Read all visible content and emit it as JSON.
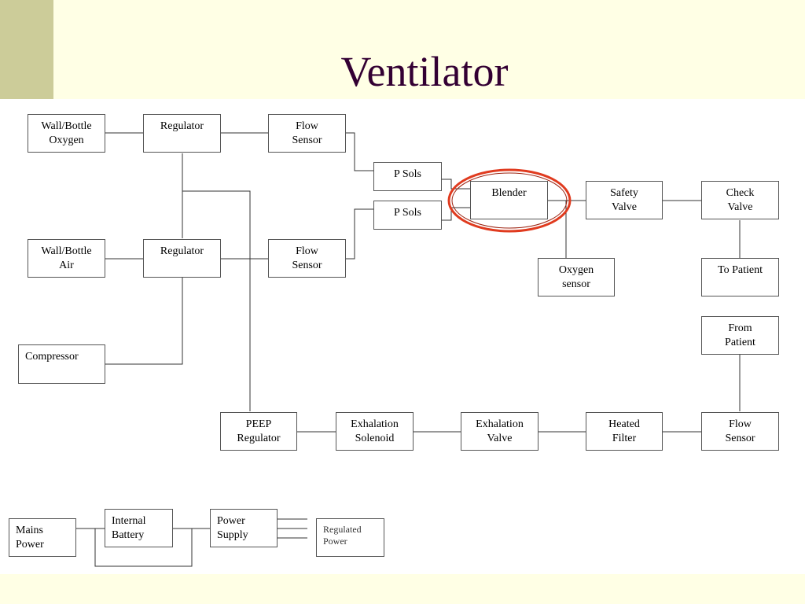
{
  "slide": {
    "title": "Ventilator"
  },
  "boxes": {
    "wall_oxygen": "Wall/Bottle\nOxygen",
    "regulator_1": "Regulator",
    "flow_sensor_1": "Flow\nSensor",
    "p_sols_1": "P Sols",
    "p_sols_2": "P Sols",
    "blender": "Blender",
    "safety_valve": "Safety\nValve",
    "check_valve": "Check\nValve",
    "wall_air": "Wall/Bottle\nAir",
    "regulator_2": "Regulator",
    "flow_sensor_2": "Flow\nSensor",
    "oxygen_sensor": "Oxygen\nsensor",
    "to_patient": "To Patient",
    "from_patient": "From\nPatient",
    "compressor": "Compressor",
    "peep_regulator": "PEEP\nRegulator",
    "exhalation_solenoid": "Exhalation\nSolenoid",
    "exhalation_valve": "Exhalation\nValve",
    "heated_filter": "Heated\nFilter",
    "flow_sensor_3": "Flow\nSensor",
    "mains_power": "Mains\nPower",
    "internal_battery": "Internal\nBattery",
    "power_supply": "Power\nSupply",
    "regulated_power": "Regulated\nPower"
  },
  "colors": {
    "background": "#ffffe5",
    "accent": "#cccc99",
    "title": "#330033",
    "highlight_ring": "#e03b1f"
  }
}
